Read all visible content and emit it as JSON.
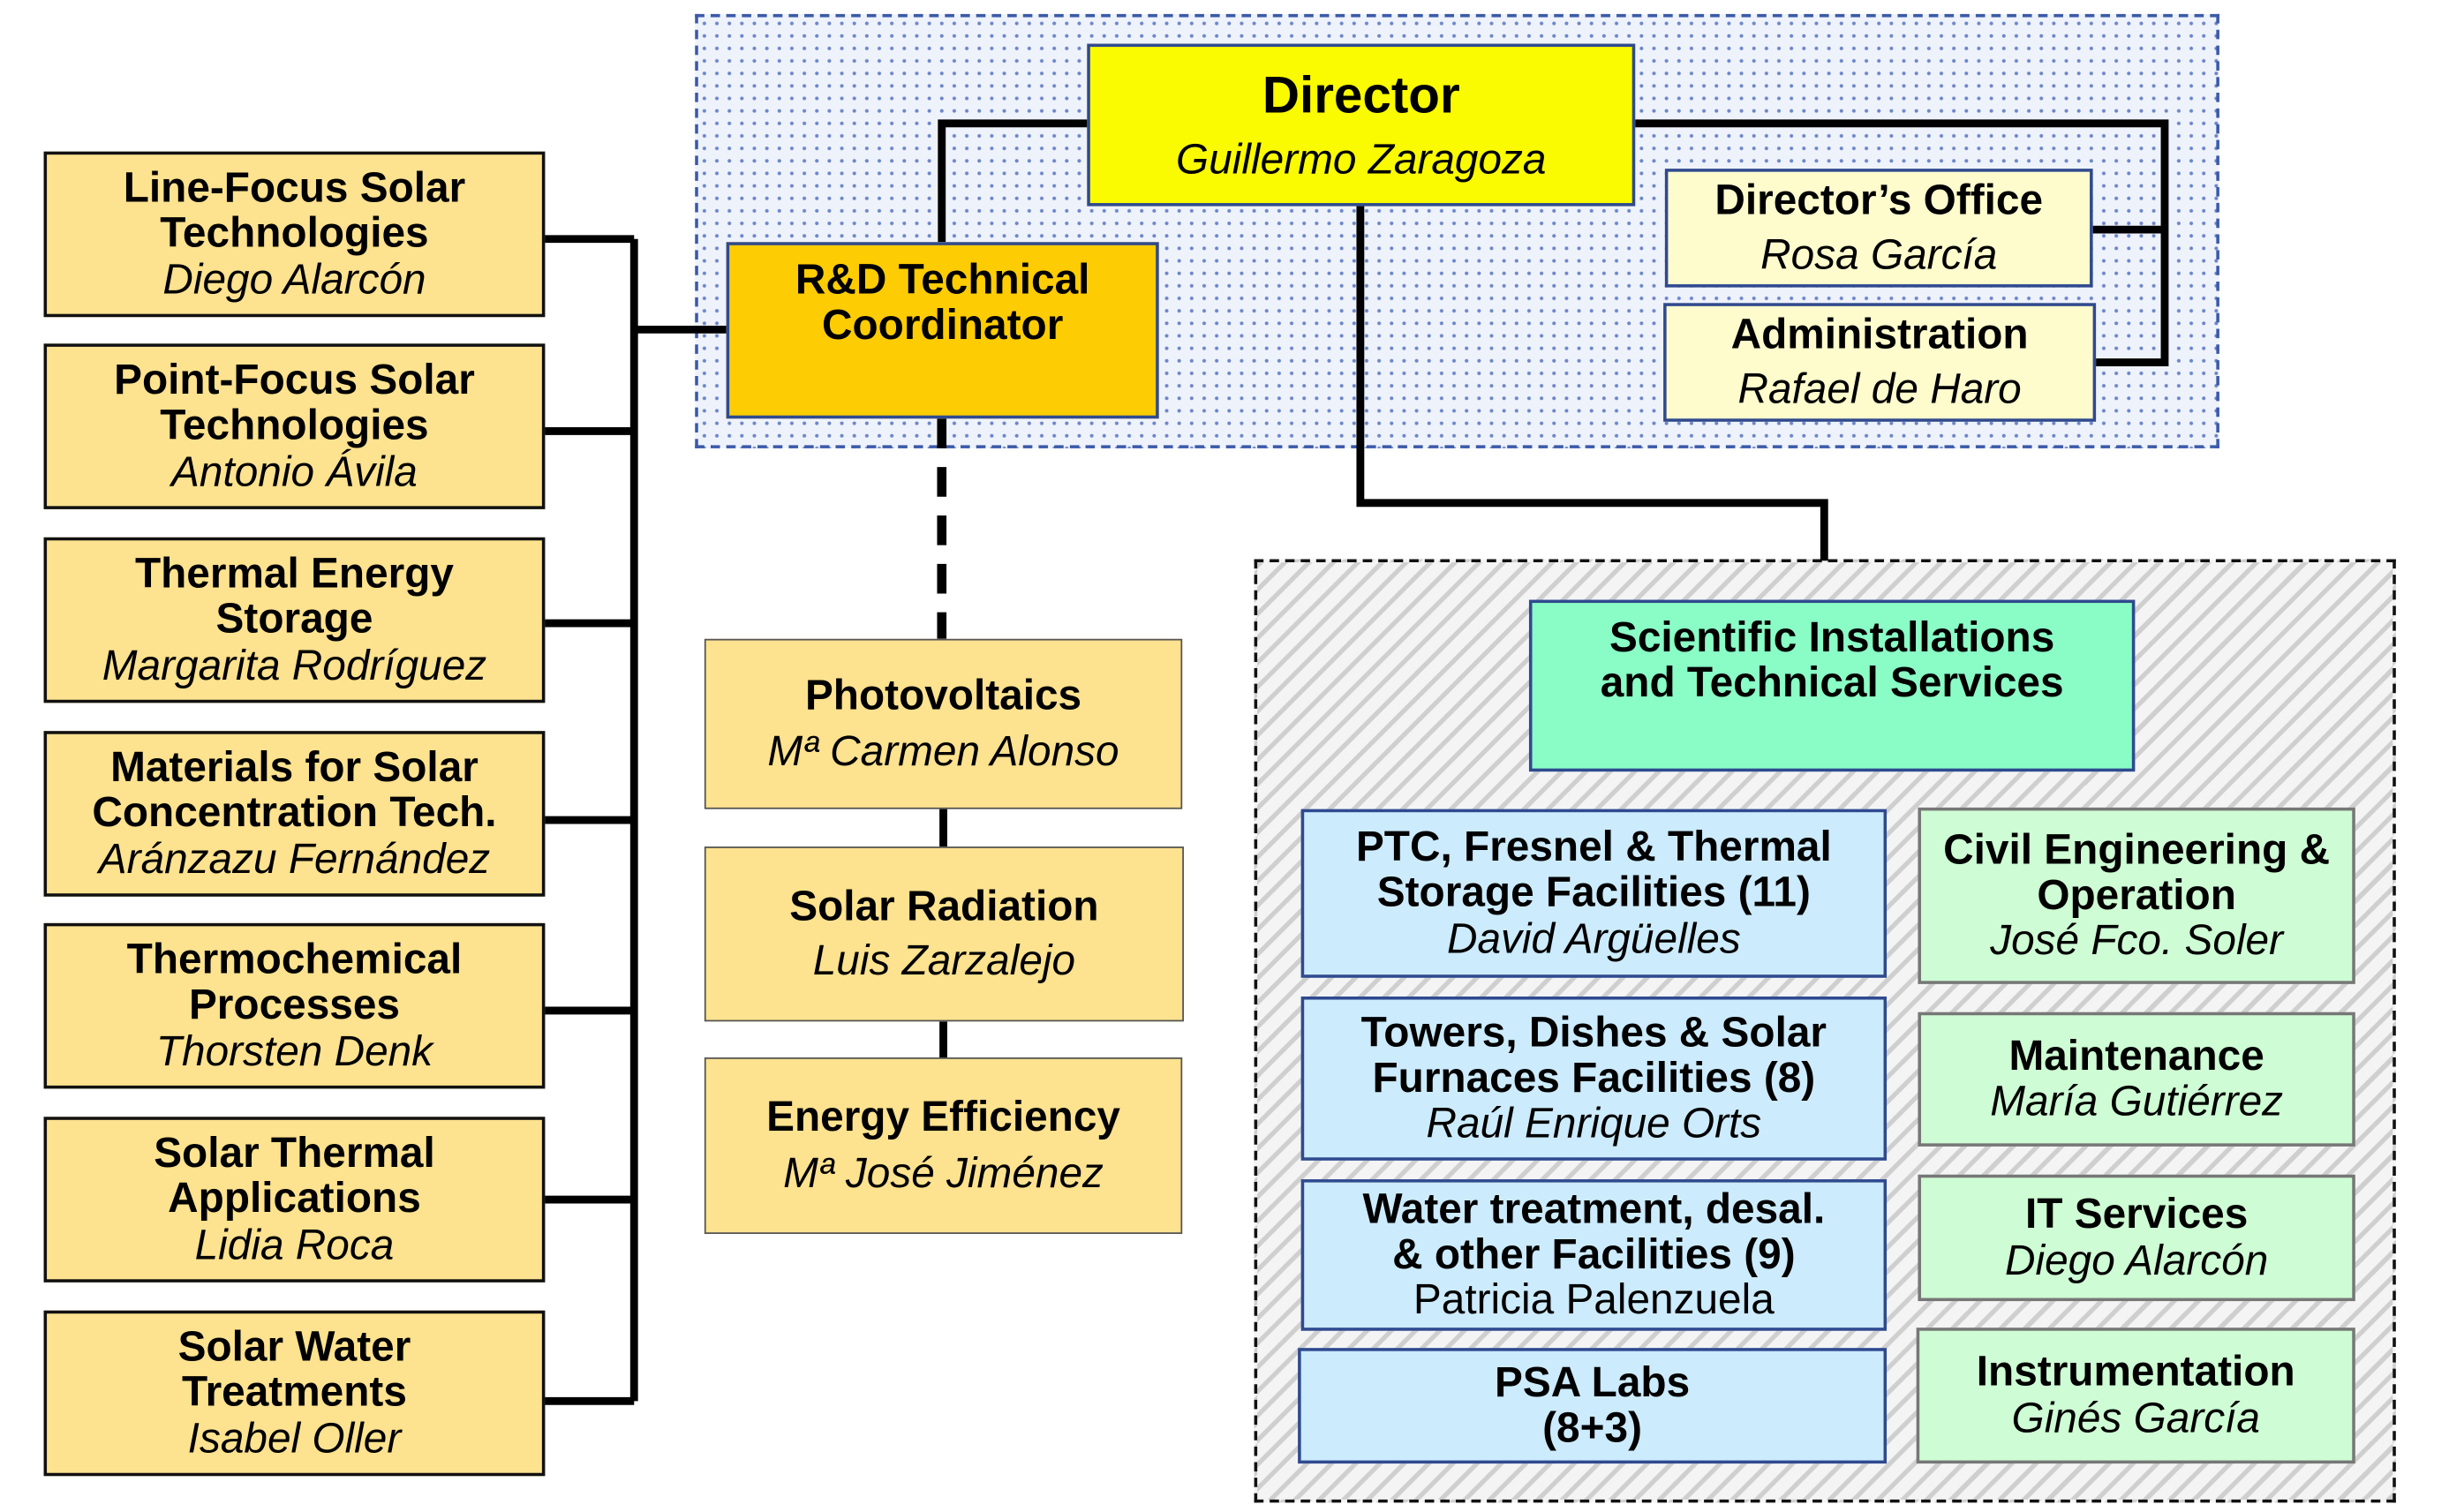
{
  "director": {
    "title": "Director",
    "name": "Guillermo Zaragoza"
  },
  "directors_office": {
    "title": "Director’s Office",
    "name": "Rosa García"
  },
  "administration": {
    "title": "Administration",
    "name": "Rafael de Haro"
  },
  "rd_coordinator": {
    "title_line1": "R&D Technical",
    "title_line2": "Coordinator"
  },
  "units": [
    {
      "line1": "Line-Focus Solar",
      "line2": "Technologies",
      "name": "Diego Alarcón"
    },
    {
      "line1": "Point-Focus Solar",
      "line2": "Technologies",
      "name": "Antonio Ávila"
    },
    {
      "line1": "Thermal Energy",
      "line2": "Storage",
      "name": "Margarita Rodríguez"
    },
    {
      "line1": "Materials for Solar",
      "line2": "Concentration Tech.",
      "name": "Aránzazu Fernández"
    },
    {
      "line1": "Thermochemical",
      "line2": "Processes",
      "name": "Thorsten Denk"
    },
    {
      "line1": "Solar Thermal",
      "line2": "Applications",
      "name": "Lidia Roca"
    },
    {
      "line1": "Solar Water",
      "line2": "Treatments",
      "name": "Isabel Oller"
    }
  ],
  "middle_units": [
    {
      "title": "Photovoltaics",
      "name": "Mª Carmen Alonso"
    },
    {
      "title": "Solar Radiation",
      "name": "Luis Zarzalejo"
    },
    {
      "title": "Energy Efficiency",
      "name": "Mª José Jiménez"
    }
  ],
  "sits": {
    "line1": "Scientific Installations",
    "line2": "and Technical Services"
  },
  "facilities": [
    {
      "line1": "PTC, Fresnel & Thermal",
      "line2": "Storage Facilities (11)",
      "name": "David Argüelles"
    },
    {
      "line1": "Towers, Dishes & Solar",
      "line2": "Furnaces Facilities (8)",
      "name": "Raúl Enrique Orts"
    },
    {
      "line1": "Water treatment, desal.",
      "line2": "& other Facilities (9)",
      "name": "Patricia Palenzuela"
    },
    {
      "line1": "PSA Labs",
      "line2": "(8+3)"
    }
  ],
  "services": [
    {
      "line1": "Civil Engineering &",
      "line2": "Operation",
      "name": "José Fco. Soler"
    },
    {
      "line1": "Maintenance",
      "name": "María Gutiérrez"
    },
    {
      "line1": "IT Services",
      "name": "Diego Alarcón"
    },
    {
      "line1": "Instrumentation",
      "name": "Ginés García"
    }
  ],
  "colors": {
    "director": "#fafa00",
    "coordinator": "#fecc02",
    "research_unit": "#fde28f",
    "office": "#fefbcd",
    "sits": "#8afcc6",
    "facility": "#ccebfd",
    "service": "#cefcd4",
    "region_border_top": "#3b5aa8"
  }
}
